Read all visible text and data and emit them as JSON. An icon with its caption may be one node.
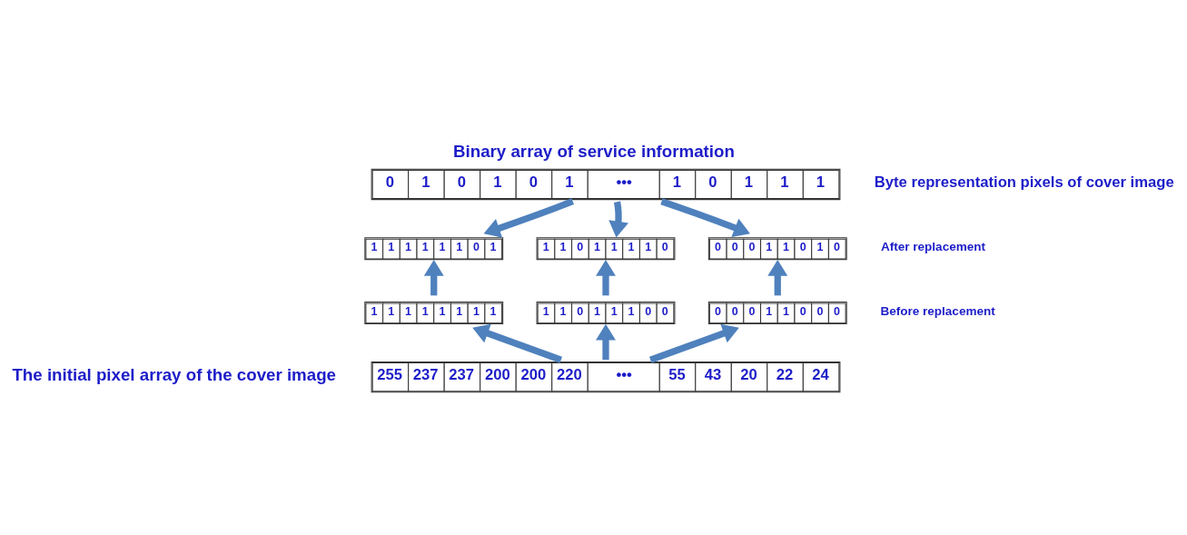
{
  "diagram": {
    "title": "Binary array of service information",
    "caption": "The initial pixel array of the cover image",
    "nodes": [
      {
        "text": [
          "0",
          "1",
          "0",
          "1",
          "0",
          "1",
          "•••",
          "1",
          "0",
          "1",
          "1",
          "1"
        ]
      },
      {
        "text": [
          "1",
          "1",
          "1",
          "1",
          "1",
          "1",
          "0",
          "1"
        ]
      },
      {
        "text": [
          "1",
          "1",
          "0",
          "1",
          "1",
          "1",
          "1",
          "0"
        ]
      },
      {
        "text": [
          "0",
          "0",
          "0",
          "1",
          "1",
          "0",
          "1",
          "0"
        ]
      },
      {
        "text": [
          "1",
          "1",
          "1",
          "1",
          "1",
          "1",
          "1",
          "1"
        ]
      },
      {
        "text": [
          "1",
          "1",
          "0",
          "1",
          "1",
          "1",
          "0",
          "0"
        ]
      },
      {
        "text": [
          "0",
          "0",
          "0",
          "1",
          "1",
          "0",
          "0",
          "0"
        ]
      },
      {
        "text": [
          "255",
          "237",
          "237",
          "200",
          "200",
          "220",
          "•••",
          "55",
          "43",
          "20",
          "22",
          "24"
        ]
      }
    ],
    "edges": [
      {
        "from": 0,
        "to": 1,
        "arrow": "to"
      },
      {
        "from": 0,
        "to": 2,
        "arrow": "to"
      },
      {
        "from": 0,
        "to": 3,
        "arrow": "to"
      },
      {
        "from": 4,
        "to": 1,
        "arrow": "to"
      },
      {
        "from": 5,
        "to": 2,
        "arrow": "to"
      },
      {
        "from": 6,
        "to": 3,
        "arrow": "to"
      },
      {
        "from": 7,
        "to": 4,
        "arrow": "to"
      },
      {
        "from": 7,
        "to": 5,
        "arrow": "to"
      },
      {
        "from": 7,
        "to": 6,
        "arrow": "to"
      }
    ],
    "labels": [
      "Byte representation pixels of cover image",
      "After replacement",
      "Before replacement"
    ]
  }
}
